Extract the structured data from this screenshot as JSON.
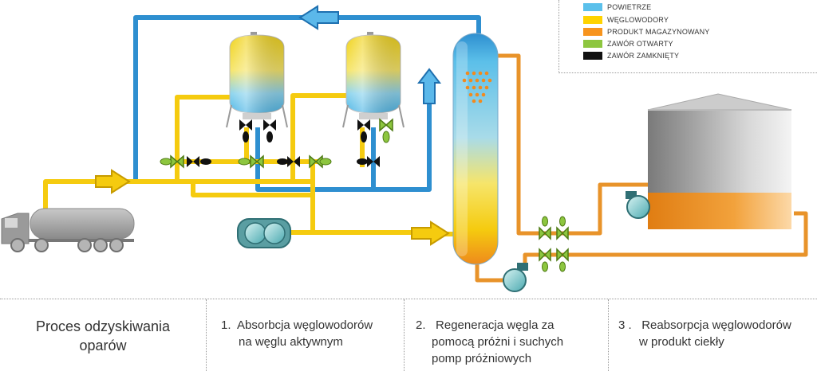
{
  "legend": {
    "items": [
      {
        "color": "#5bc0eb",
        "label": "POWIETRZE"
      },
      {
        "color": "#fed300",
        "label": "WĘGLOWODORY"
      },
      {
        "color": "#f7941d",
        "label": "PRODUKT MAGAZYNOWANY"
      },
      {
        "color": "#8dc63f",
        "label": "ZAWÓR OTWARTY"
      },
      {
        "color": "#111111",
        "label": "ZAWÓR ZAMKNIĘTY"
      }
    ]
  },
  "footer": {
    "title_line1": "Proces odzyskiwania",
    "title_line2": "oparów",
    "step1_num": "1.",
    "step1_line1": "Absorbcja węglowodorów",
    "step1_line2": "na węglu aktywnym",
    "step2_num": "2.",
    "step2_line1": "Regeneracja węgla za",
    "step2_line2": "pomocą próżni i suchych",
    "step2_line3": "pomp próżniowych",
    "step3_num": "3 .",
    "step3_line1": "Reabsorpcja węglowodorów",
    "step3_line2": "w produkt ciekły"
  },
  "colors": {
    "air": "#2e8fd0",
    "hydrocarbon": "#f5cb0f",
    "stored_product": "#e8932a",
    "valve_open": "#8dc63f",
    "valve_closed": "#111111"
  }
}
